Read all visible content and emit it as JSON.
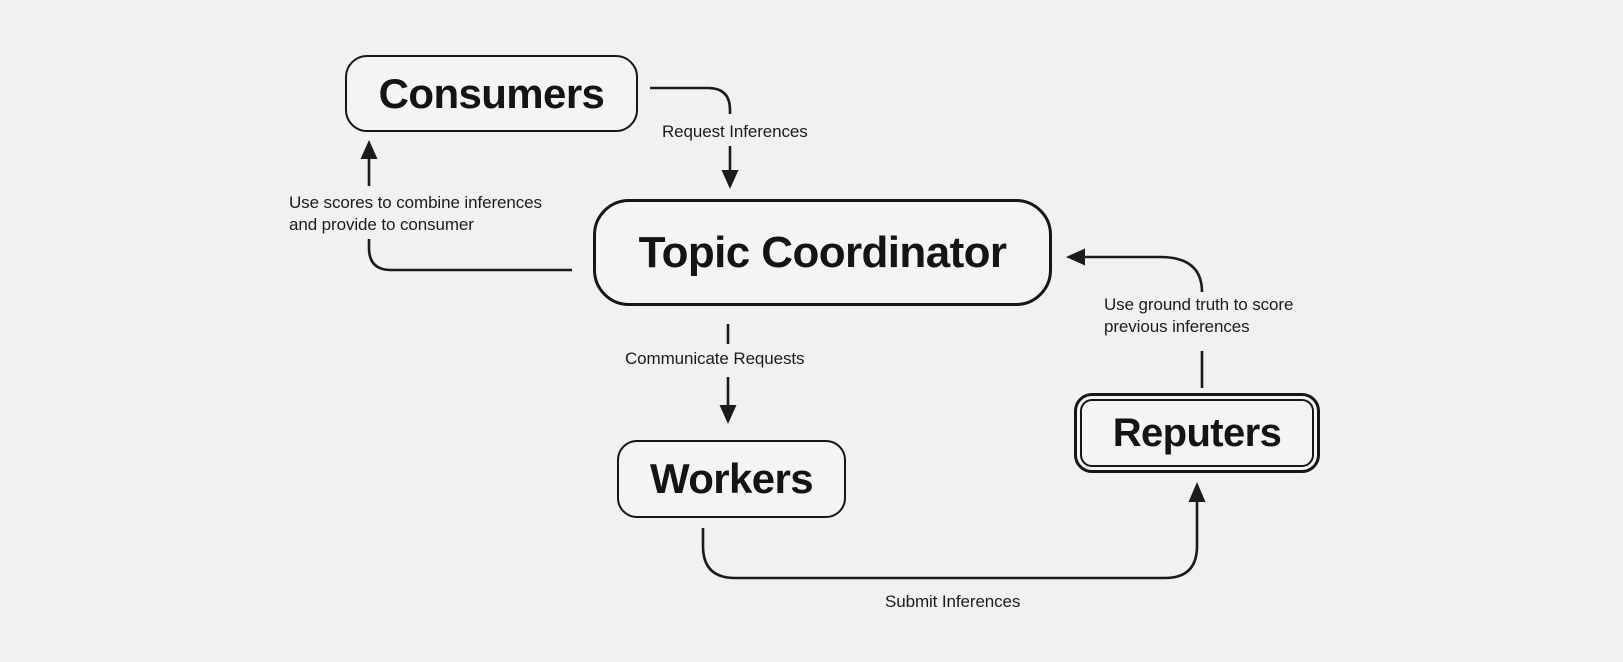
{
  "page": {
    "background_color": "#f1f1ef",
    "ink_color": "#1b1b1b",
    "node_fill_color": "#f4f4f2"
  },
  "diagram": {
    "nodes": [
      {
        "id": "consumers",
        "label": "Consumers"
      },
      {
        "id": "topic-coordinator",
        "label": "Topic Coordinator"
      },
      {
        "id": "workers",
        "label": "Workers"
      },
      {
        "id": "reputers",
        "label": "Reputers",
        "border_style": "double"
      }
    ],
    "edges": [
      {
        "from": "consumers",
        "to": "topic-coordinator",
        "label": "Request Inferences",
        "label_lines": [
          "Request Inferences"
        ]
      },
      {
        "from": "topic-coordinator",
        "to": "consumers",
        "label": "Use scores to combine inferences and provide to consumer",
        "label_lines": [
          "Use scores to combine inferences",
          "and provide to consumer"
        ]
      },
      {
        "from": "topic-coordinator",
        "to": "workers",
        "label": "Communicate Requests",
        "label_lines": [
          "Communicate Requests"
        ]
      },
      {
        "from": "workers",
        "to": "reputers",
        "label": "Submit Inferences",
        "label_lines": [
          "Submit Inferences"
        ]
      },
      {
        "from": "reputers",
        "to": "topic-coordinator",
        "label": "Use ground truth to score previous inferences",
        "label_lines": [
          "Use ground truth to score",
          "previous inferences"
        ]
      }
    ]
  }
}
